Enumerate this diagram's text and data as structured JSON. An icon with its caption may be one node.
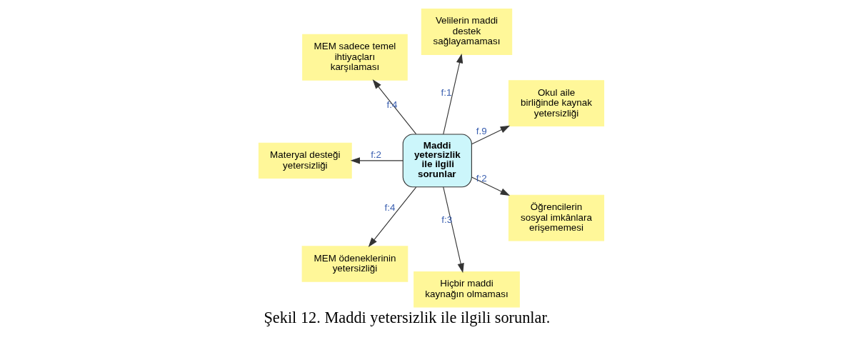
{
  "diagram": {
    "caption": "Şekil 12. Maddi yetersizlik ile ilgili sorunlar.",
    "nodes": [
      {
        "text": [
          "Maddi yetersizlik ile ilgili sorunlar"
        ]
      },
      {
        "text": [
          "Okul aile birliğinde kaynak yetersizliği"
        ]
      },
      {
        "text": [
          "Velilerin maddi destek sağlayamaması"
        ]
      },
      {
        "text": [
          "MEM sadece temel ihtiyaçları karşılaması"
        ]
      },
      {
        "text": [
          "Materyal desteği yetersizliği"
        ]
      },
      {
        "text": [
          "MEM ödeneklerinin yetersizliği"
        ]
      },
      {
        "text": [
          "Hiçbir maddi kaynağın olmaması"
        ]
      },
      {
        "text": [
          "Öğrencilerin sosyal imkânlara erişememesi"
        ]
      }
    ],
    "edges": [
      {
        "from": 0,
        "to": 1,
        "arrow": "to",
        "label": "f.9"
      },
      {
        "from": 0,
        "to": 2,
        "arrow": "to",
        "label": "f:1"
      },
      {
        "from": 0,
        "to": 3,
        "arrow": "to",
        "label": "f:4"
      },
      {
        "from": 0,
        "to": 4,
        "arrow": "to",
        "label": "f:2"
      },
      {
        "from": 0,
        "to": 5,
        "arrow": "to",
        "label": "f:4"
      },
      {
        "from": 0,
        "to": 6,
        "arrow": "to",
        "label": "f:3"
      },
      {
        "from": 0,
        "to": 7,
        "arrow": "to",
        "label": "f:2"
      }
    ]
  }
}
